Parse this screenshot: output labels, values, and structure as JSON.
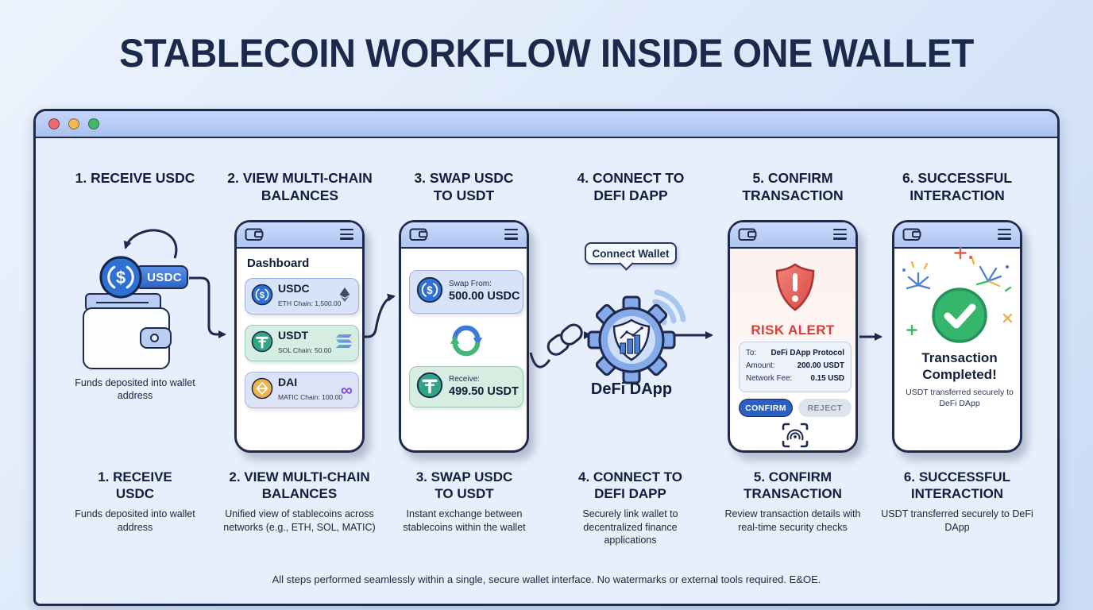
{
  "page_title": "STABLECOIN WORKFLOW INSIDE ONE WALLET",
  "colors": {
    "navy_outline": "#1e2a4d",
    "accent_blue": "#2e6fd3",
    "alert_red": "#d4403c",
    "success_green": "#35b56b",
    "usdt_teal": "#2fa584",
    "dai_amber": "#f0b34a",
    "polygon_purple": "#8247e5"
  },
  "window": {
    "controls": [
      "close",
      "minimize",
      "maximize"
    ]
  },
  "steps_top": [
    "1. RECEIVE USDC",
    "2. VIEW MULTI-CHAIN BALANCES",
    "3. SWAP USDC TO USDT",
    "4. CONNECT TO DEFI DAPP",
    "5. CONFIRM TRANSACTION",
    "6. SUCCESSFUL INTERACTION"
  ],
  "step1": {
    "coin_label": "USDC",
    "caption": "Funds deposited into wallet address"
  },
  "dashboard_phone": {
    "title": "Dashboard",
    "balances": [
      {
        "symbol": "USDC",
        "detail": "ETH Chain: 1,500.00",
        "network_icon": "ethereum-icon"
      },
      {
        "symbol": "USDT",
        "detail": "SOL Chain: 50.00",
        "network_icon": "solana-icon"
      },
      {
        "symbol": "DAI",
        "detail": "MATIC Chain: 100.00",
        "network_icon": "polygon-icon"
      }
    ]
  },
  "swap_phone": {
    "from_label": "Swap From:",
    "from_value": "500.00 USDC",
    "to_label": "Receive:",
    "to_value": "499.50 USDT"
  },
  "dapp": {
    "bubble_label": "Connect Wallet",
    "name": "DeFi DApp"
  },
  "confirm_phone": {
    "alert_label": "RISK ALERT",
    "details": [
      {
        "label": "To:",
        "value": "DeFi DApp Protocol"
      },
      {
        "label": "Amount:",
        "value": "200.00 USDT"
      },
      {
        "label": "Network Fee:",
        "value": "0.15 USD"
      }
    ],
    "confirm_label": "CONFIRM",
    "reject_label": "REJECT"
  },
  "success_phone": {
    "title": "Transaction Completed!",
    "subtitle": "USDT transferred securely to DeFi DApp"
  },
  "steps_bottom": [
    {
      "heading": "1. RECEIVE USDC",
      "description": "Funds deposited into wallet address"
    },
    {
      "heading": "2. VIEW MULTI-CHAIN BALANCES",
      "description": "Unified view of stablecoins across networks (e.g., ETH, SOL, MATIC)"
    },
    {
      "heading": "3. SWAP USDC TO USDT",
      "description": "Instant exchange between stablecoins within the wallet"
    },
    {
      "heading": "4. CONNECT TO DEFI DAPP",
      "description": "Securely link wallet to decentralized finance applications"
    },
    {
      "heading": "5. CONFIRM TRANSACTION",
      "description": "Review transaction details with real-time security checks"
    },
    {
      "heading": "6. SUCCESSFUL INTERACTION",
      "description": "USDT transferred securely to DeFi DApp"
    }
  ],
  "footer": "All steps performed seamlessly within a single, secure wallet interface. No watermarks or external tools required. E&OE."
}
